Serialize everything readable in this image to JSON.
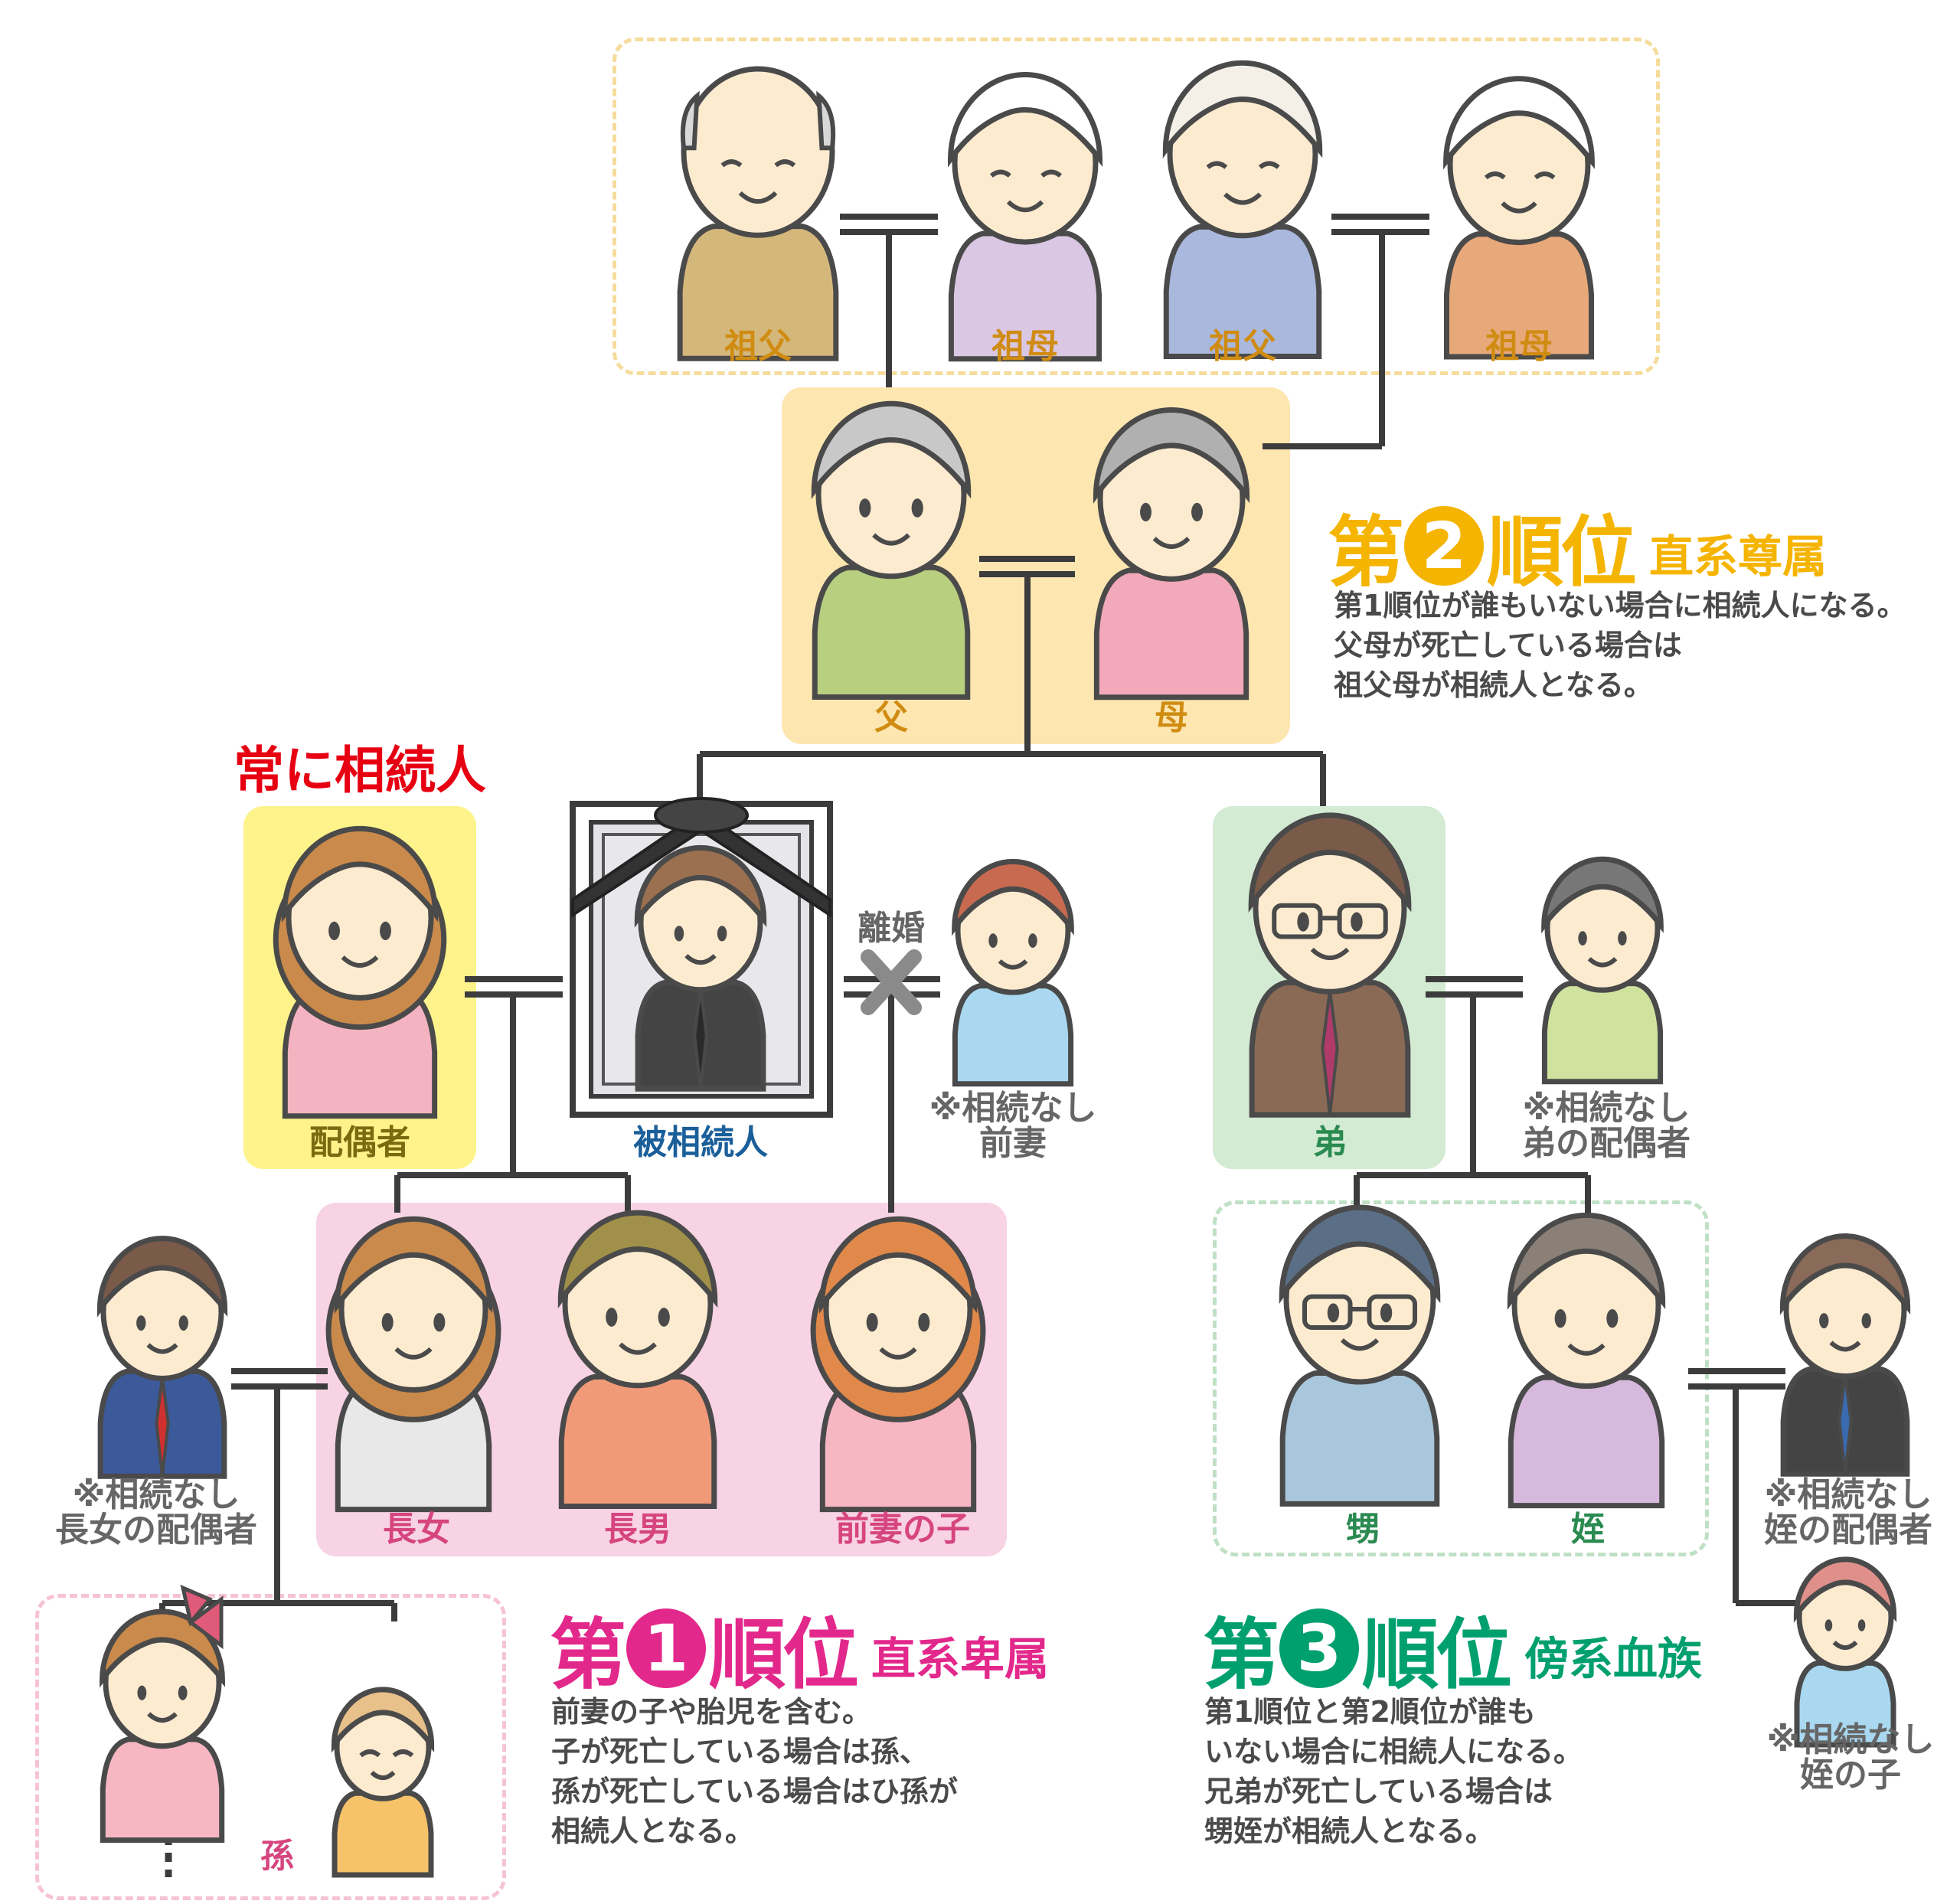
{
  "colors": {
    "rank1": "#e3288c",
    "rank2": "#f5b400",
    "rank3": "#00a06e",
    "always": "#e60012",
    "line": "#3c3c3c"
  },
  "grandparents": [
    {
      "label": "祖父"
    },
    {
      "label": "祖母"
    },
    {
      "label": "祖父"
    },
    {
      "label": "祖母"
    }
  ],
  "parents": {
    "father": "父",
    "mother": "母"
  },
  "rank2": {
    "prefix": "第",
    "number": "2",
    "suffix": "順位",
    "category": "直系尊属",
    "lines": [
      "第1順位が誰もいない場合に相続人になる。",
      "父母が死亡している場合は",
      "祖父母が相続人となる。"
    ]
  },
  "always_heir": "常に相続人",
  "spouse": "配偶者",
  "deceased": "被相続人",
  "divorce": "離婚",
  "ex_wife": {
    "note": "※相続なし",
    "label": "前妻"
  },
  "brother": "弟",
  "brother_spouse": {
    "note": "※相続なし",
    "label": "弟の配偶者"
  },
  "children": [
    {
      "label": "長女"
    },
    {
      "label": "長男"
    },
    {
      "label": "前妻の子"
    }
  ],
  "daughter_spouse": {
    "note": "※相続なし",
    "label": "長女の配偶者"
  },
  "nephews": [
    {
      "label": "甥"
    },
    {
      "label": "姪"
    }
  ],
  "niece_spouse": {
    "note": "※相続なし",
    "label": "姪の配偶者"
  },
  "niece_child": {
    "note": "※相続なし",
    "label": "姪の子"
  },
  "grandchildren": "孫",
  "rank1": {
    "prefix": "第",
    "number": "1",
    "suffix": "順位",
    "category": "直系卑属",
    "lines": [
      "前妻の子や胎児を含む。",
      "子が死亡している場合は孫、",
      "孫が死亡している場合はひ孫が",
      "相続人となる。"
    ]
  },
  "rank3": {
    "prefix": "第",
    "number": "3",
    "suffix": "順位",
    "category": "傍系血族",
    "lines": [
      "第1順位と第2順位が誰も",
      "いない場合に相続人になる。",
      "兄弟が死亡している場合は",
      "甥姪が相続人となる。"
    ]
  }
}
